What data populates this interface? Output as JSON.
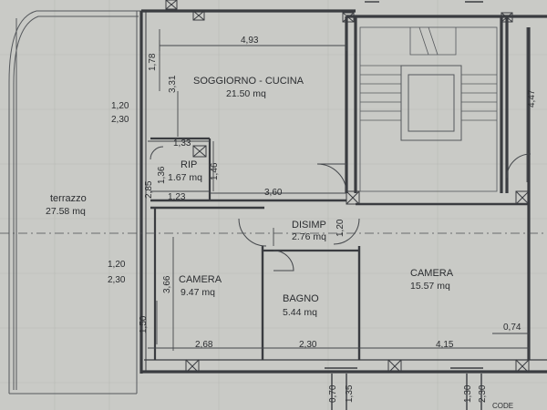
{
  "rooms": [
    {
      "id": "soggiorno",
      "name": "SOGGIORNO - CUCINA",
      "area": "21.50 mq"
    },
    {
      "id": "rip",
      "name": "RIP",
      "area": "1.67 mq"
    },
    {
      "id": "terrazzo",
      "name": "terrazzo",
      "area": "27.58 mq"
    },
    {
      "id": "disimp",
      "name": "DISIMP",
      "area": "2.76 mq"
    },
    {
      "id": "camera-left",
      "name": "CAMERA",
      "area": "9.47 mq"
    },
    {
      "id": "bagno",
      "name": "BAGNO",
      "area": "5.44 mq"
    },
    {
      "id": "camera-right",
      "name": "CAMERA",
      "area": "15.57 mq"
    }
  ],
  "dimensions": [
    "4,93",
    "1,78",
    "3,31",
    "1,20",
    "2,30",
    "1,33",
    "1,46",
    "1,36",
    "2,85",
    "1,23",
    "3,60",
    "1,20",
    "1,20",
    "2,30",
    "3,66",
    "1,50",
    "2,68",
    "2,30",
    "4,15",
    "0,74",
    "4,47",
    "0,70",
    "1,35",
    "1,30",
    "2,30"
  ],
  "partial_texts": [
    "CODE"
  ]
}
